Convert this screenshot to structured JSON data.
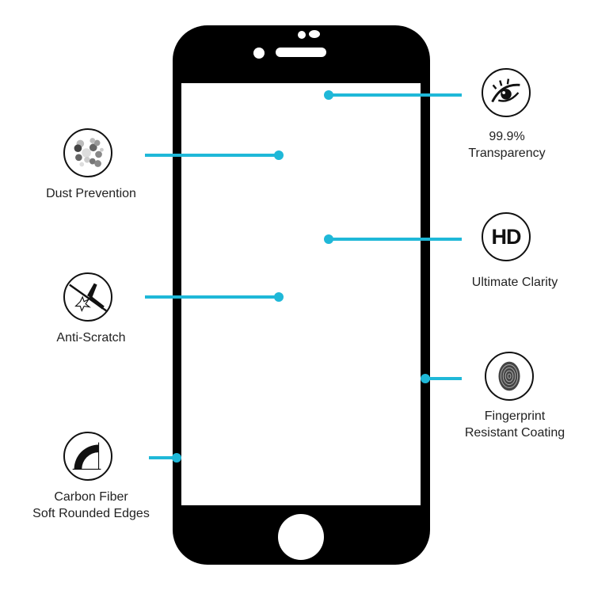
{
  "colors": {
    "accent": "#1fb8d8",
    "phone_body": "#000000",
    "screen": "#ffffff"
  },
  "features_left": [
    {
      "icon": "dust-particles-icon",
      "label_line1": "Dust Prevention",
      "label_line2": ""
    },
    {
      "icon": "hammer-scratch-icon",
      "label_line1": "Anti-Scratch",
      "label_line2": ""
    },
    {
      "icon": "rounded-edge-icon",
      "label_line1": "Carbon Fiber",
      "label_line2": "Soft Rounded Edges"
    }
  ],
  "features_right": [
    {
      "icon": "eye-icon",
      "label_line1": "99.9%",
      "label_line2": "Transparency"
    },
    {
      "icon": "hd-icon",
      "label_line1": "Ultimate Clarity",
      "label_line2": "",
      "icon_text": "HD"
    },
    {
      "icon": "fingerprint-icon",
      "label_line1": "Fingerprint",
      "label_line2": "Resistant Coating"
    }
  ]
}
